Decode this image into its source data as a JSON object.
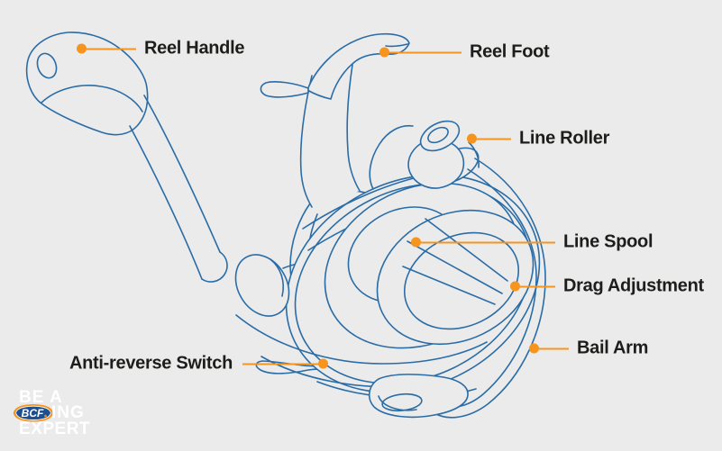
{
  "colors": {
    "background": "#ebebeb",
    "line_blue": "#2a6ca6",
    "accent_orange": "#f7941d",
    "label_text": "#1d1d1b",
    "logo_navy": "#1d4f91",
    "logo_white": "#ffffff"
  },
  "diagram": {
    "subject": "spinning fishing reel parts diagram",
    "labels": {
      "reel_handle": "Reel Handle",
      "reel_foot": "Reel Foot",
      "line_roller": "Line Roller",
      "line_spool": "Line Spool",
      "drag_adjustment": "Drag Adjustment",
      "bail_arm": "Bail Arm",
      "anti_reverse_switch": "Anti-reverse Switch"
    }
  },
  "logo": {
    "line1": "BE A",
    "badge": "BCF",
    "line2": "ING",
    "line3": "EXPERT"
  }
}
